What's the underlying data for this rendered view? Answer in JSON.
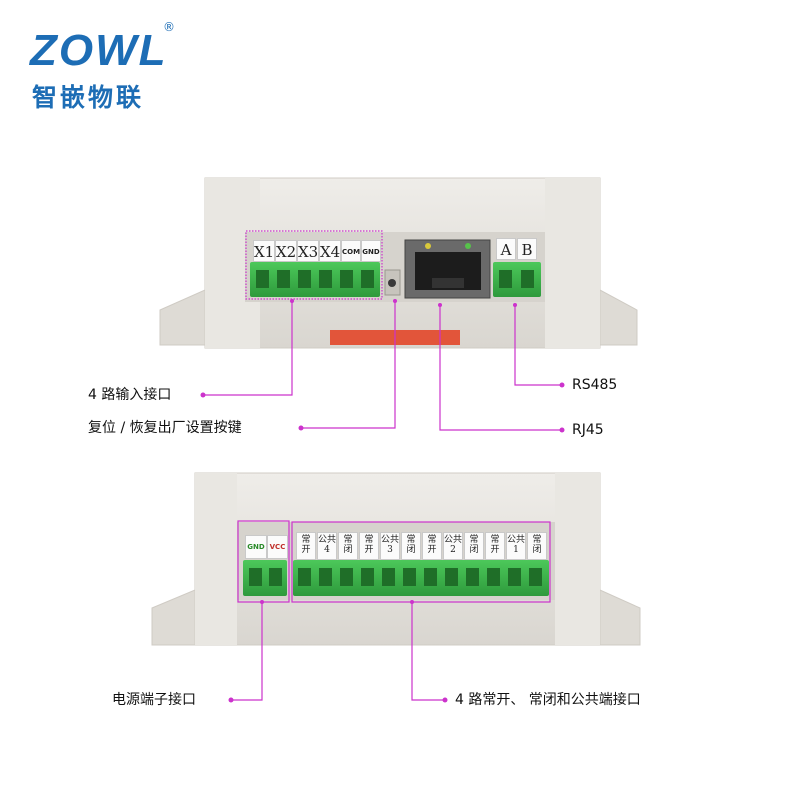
{
  "logo": {
    "wordmark": "ZOWL",
    "registered_mark": "®",
    "subtitle": "智嵌物联"
  },
  "top_device": {
    "input_terminals": [
      "X1",
      "X2",
      "X3",
      "X4",
      "COM",
      "GND"
    ],
    "rs485_terminals": [
      "A",
      "B"
    ]
  },
  "bottom_device": {
    "power_terminals": [
      "GND",
      "VCC"
    ],
    "relay_terminals": [
      [
        "常",
        "开"
      ],
      [
        "公共",
        "4"
      ],
      [
        "常",
        "闭"
      ],
      [
        "常",
        "开"
      ],
      [
        "公共",
        "3"
      ],
      [
        "常",
        "闭"
      ],
      [
        "常",
        "开"
      ],
      [
        "公共",
        "2"
      ],
      [
        "常",
        "闭"
      ],
      [
        "常",
        "开"
      ],
      [
        "公共",
        "1"
      ],
      [
        "常",
        "闭"
      ]
    ]
  },
  "callouts": {
    "inputs": "4 路输入接口",
    "reset": "复位 / 恢复出厂设置按键",
    "rs485": "RS485",
    "rj45": "RJ45",
    "power": "电源端子接口",
    "relays": "4 路常开、 常闭和公共端接口"
  },
  "colors": {
    "annotation": "#cc33cc",
    "terminal_green": "#3bb54a",
    "enclosure": "#e6e4df",
    "brand_blue": "#1d6db5"
  }
}
